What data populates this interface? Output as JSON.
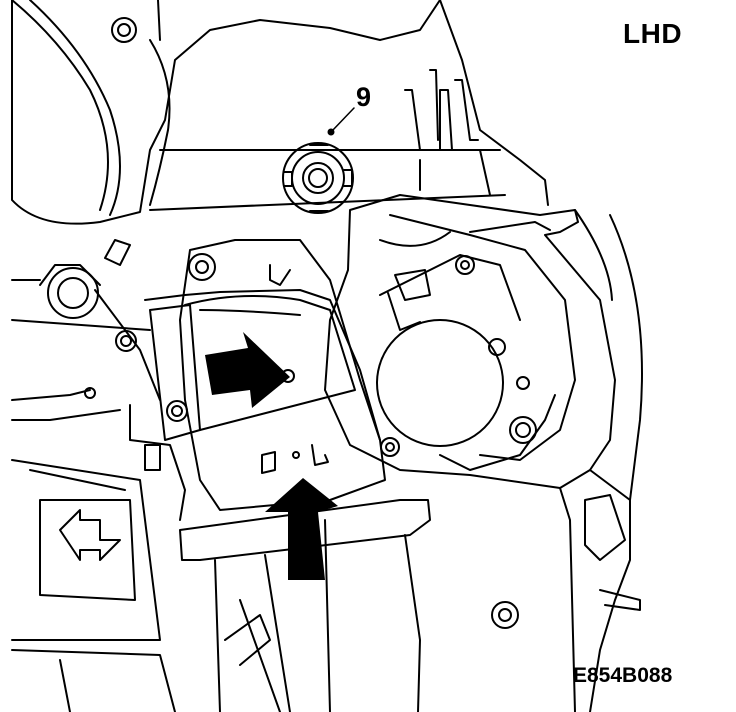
{
  "header": {
    "variant_label": "LHD"
  },
  "callouts": [
    {
      "label": "9"
    }
  ],
  "footer": {
    "reference_code": "E854B088"
  },
  "colors": {
    "line": "#000000",
    "fill": "#ffffff",
    "arrow": "#000000"
  }
}
